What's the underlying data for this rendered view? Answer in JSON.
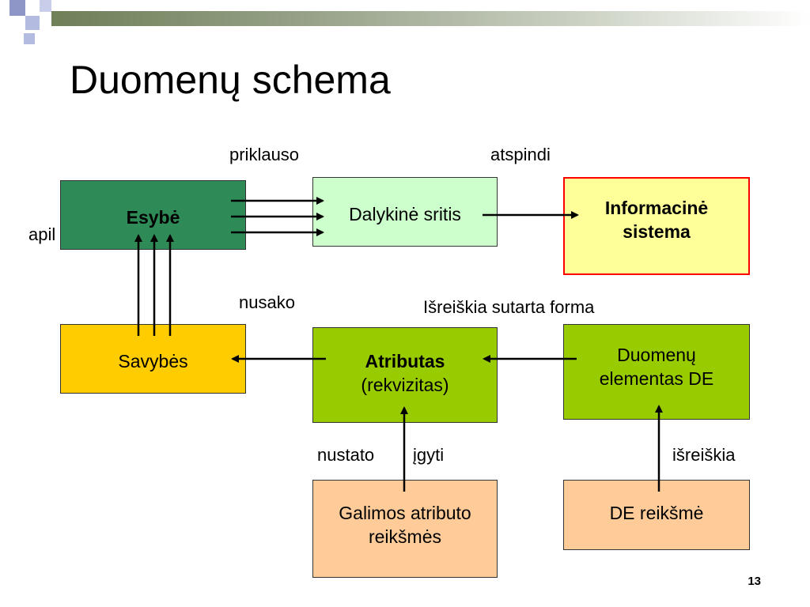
{
  "title": "Duomenų schema",
  "page_number": "13",
  "colors": {
    "esybe": "#2e8b57",
    "dalykine": "#ccffcc",
    "informacine": "#ffff99",
    "informacine_border": "#ff0000",
    "savybes": "#ffcc00",
    "atributas": "#99cc00",
    "duomenu_elementas": "#99cc00",
    "galimos": "#ffcc99",
    "de_reiksme": "#ffcc99"
  },
  "nodes": {
    "esybe": "Esybė",
    "dalykine": "Dalykinė sritis",
    "informacine_1": "Informacinė",
    "informacine_2": "sistema",
    "savybes": "Savybės",
    "atributas_1": "Atributas",
    "atributas_2": "(rekvizitas)",
    "duomenu_elementas_1": "Duomenų",
    "duomenu_elementas_2": "elementas DE",
    "galimos_1": "Galimos atributo",
    "galimos_2": "reikšmės",
    "de_reiksme": "DE reikšmė"
  },
  "edge_labels": {
    "priklauso": "priklauso",
    "atspindi": "atspindi",
    "apibudina": "apil",
    "nusako": "nusako",
    "isreiskia_sutarta": "Išreiškia sutarta forma",
    "nustato": "nustato",
    "igyti": "įgyti",
    "isreiskia": "išreiškia"
  }
}
